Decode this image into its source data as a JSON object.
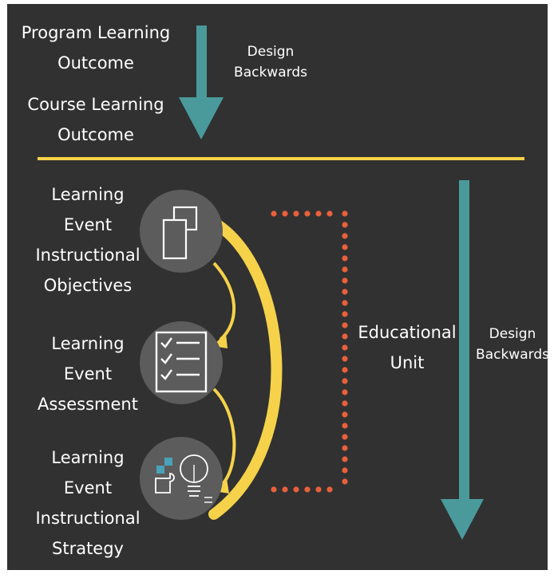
{
  "top": {
    "program_outcome": [
      "Program Learning",
      "Outcome"
    ],
    "course_outcome": [
      "Course Learning",
      "Outcome"
    ],
    "design_backwards_top": [
      "Design",
      "Backwards"
    ]
  },
  "lower": {
    "objectives": [
      "Learning",
      "Event",
      "Instructional",
      "Objectives"
    ],
    "assessment": [
      "Learning",
      "Event",
      "Assessment"
    ],
    "strategy": [
      "Learning",
      "Event",
      "Instructional",
      "Strategy"
    ],
    "educational_unit": [
      "Educational",
      "Unit"
    ],
    "design_backwards_right": [
      "Design",
      "Backwards"
    ]
  },
  "icons": {
    "objectives": "copy-icon",
    "assessment": "checklist-icon",
    "strategy": "puzzle-lightbulb-icon"
  },
  "colors": {
    "background": "#313131",
    "teal_arrow": "#4a9a9c",
    "yellow": "#f5d24a",
    "orange_dots": "#e8603c",
    "circle": "#5c5c5c",
    "text": "#ffffff"
  }
}
